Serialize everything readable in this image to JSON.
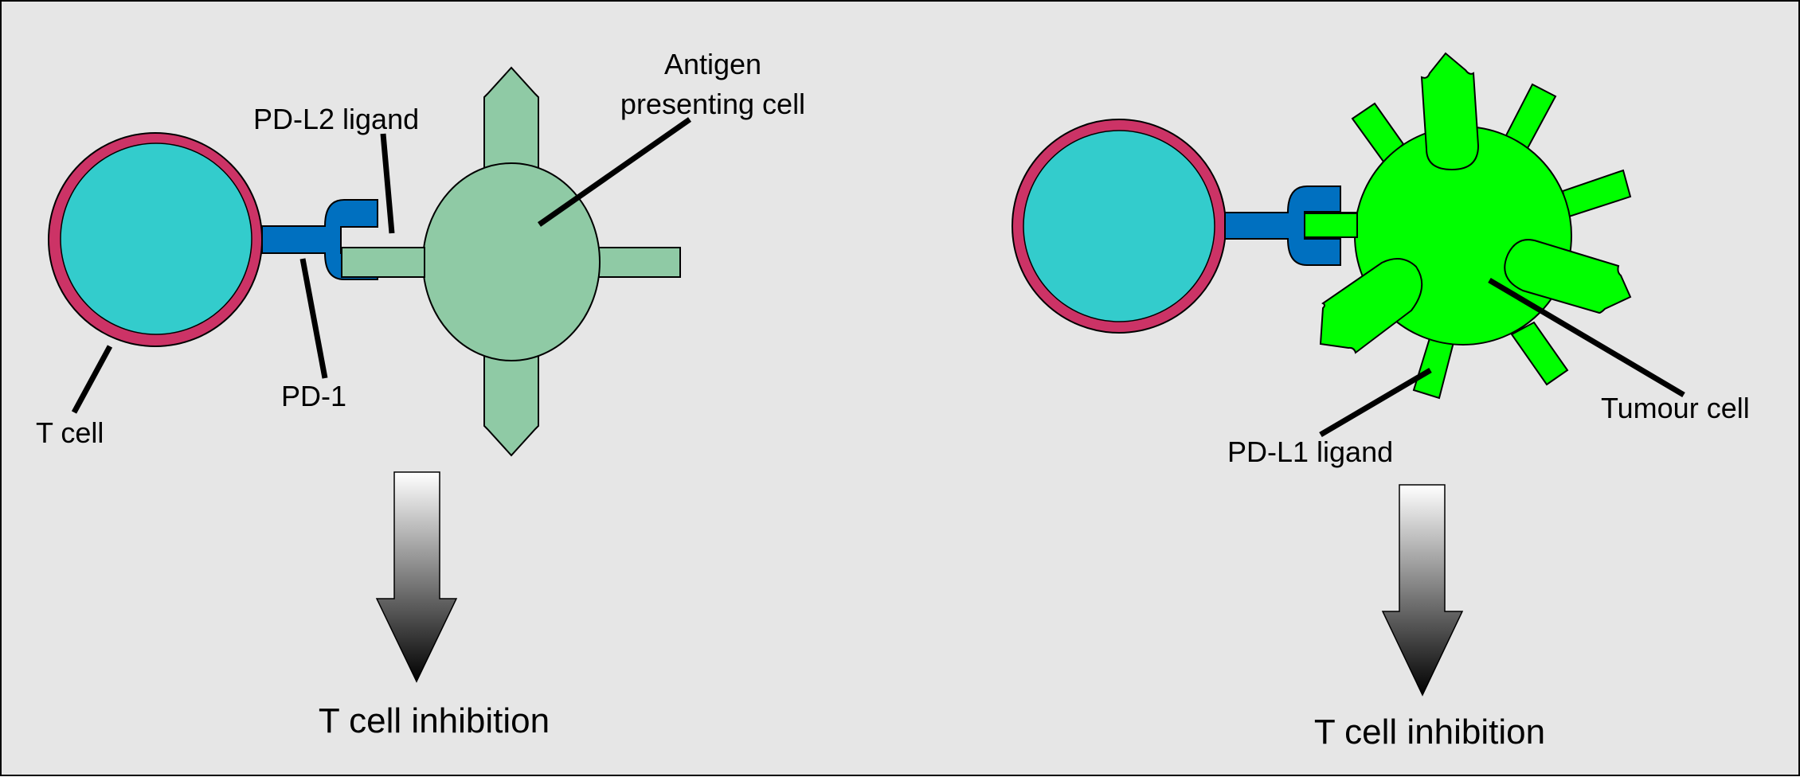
{
  "figure": {
    "topic": "PD-1 / PD-L1 / PD-L2 interaction and T cell inhibition",
    "colors": {
      "background": "#e6e6e6",
      "t_cell_membrane": "#cc3366",
      "t_cell_body": "#33cccc",
      "pd1_receptor": "#0070c0",
      "apc": "#8fcaa5",
      "tumour": "#00ff00",
      "arrow_gradient_top": "#ffffff",
      "arrow_gradient_bottom": "#000000"
    }
  },
  "left_panel": {
    "labels": {
      "t_cell": "T cell",
      "pd1": "PD-1",
      "pd_l2": "PD-L2 ligand",
      "apc_line1": "Antigen",
      "apc_line2": "presenting cell",
      "outcome": "T cell inhibition"
    }
  },
  "right_panel": {
    "labels": {
      "pd_l1": "PD-L1 ligand",
      "tumour": "Tumour cell",
      "outcome": "T cell inhibition"
    }
  }
}
